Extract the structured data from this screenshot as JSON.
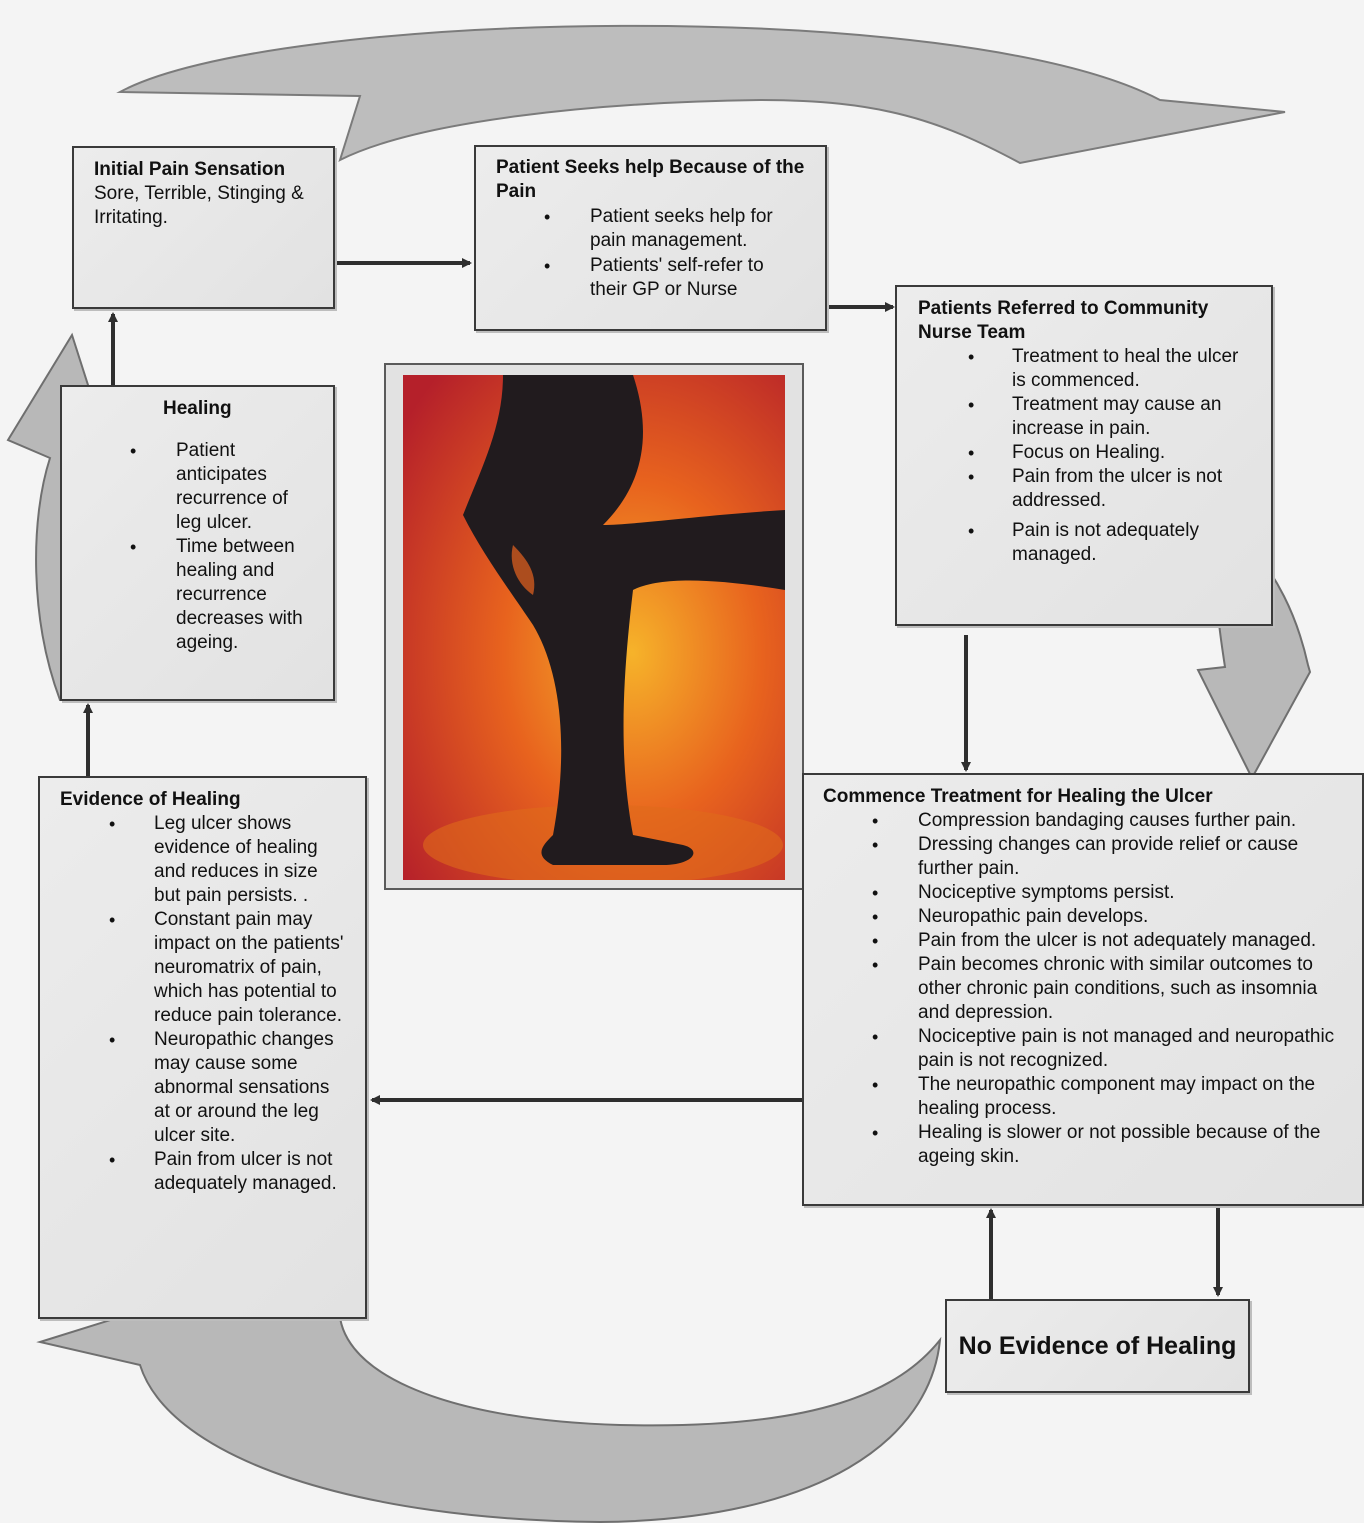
{
  "initial": {
    "title": "Initial Pain Sensation",
    "text": "Sore,  Terrible,  Stinging & Irritating."
  },
  "seeks": {
    "title": "Patient Seeks  help Because of the Pain",
    "items": [
      "Patient seeks help for pain management.",
      "Patients' self-refer to their GP or Nurse"
    ]
  },
  "referred": {
    "title": "Patients Referred to Community Nurse Team",
    "items": [
      "Treatment to heal the ulcer is commenced.",
      "Treatment may cause an increase in pain.",
      "Focus on Healing.",
      "Pain from the ulcer is not addressed.",
      "Pain is not adequately managed."
    ]
  },
  "healing": {
    "title": "Healing",
    "items": [
      "Patient anticipates recurrence of leg ulcer.",
      "Time between healing and recurrence decreases with ageing."
    ]
  },
  "evidence": {
    "title": "Evidence of Healing",
    "items": [
      "Leg ulcer shows evidence of healing and reduces in size but pain persists. .",
      "Constant pain may impact on the patients' neuromatrix of pain, which has potential to reduce pain tolerance.",
      "Neuropathic changes may cause some abnormal sensations at or around the leg ulcer site.",
      "Pain from ulcer is not adequately managed."
    ]
  },
  "commence": {
    "title": "Commence Treatment for Healing the Ulcer",
    "items": [
      "Compression bandaging causes further pain.",
      "Dressing changes can provide relief or cause further pain.",
      "Nociceptive symptoms persist.",
      "Neuropathic pain develops.",
      "Pain from the ulcer is not adequately managed.",
      "Pain becomes chronic with similar outcomes to other chronic pain conditions, such as insomnia and depression.",
      "Nociceptive pain is not managed and neuropathic pain is not recognized.",
      "The neuropathic component may impact on the healing process.",
      "Healing is slower or not possible because of the ageing skin."
    ]
  },
  "no_evidence": {
    "title": "No Evidence of Healing"
  },
  "colors": {
    "box_fill": "#e5e5e5",
    "box_border": "#3a3a3a",
    "cycle_arrow": "#b8b8b8",
    "connector": "#2e2e2e",
    "photo_orange": "#e8631e",
    "photo_red": "#b5202a"
  }
}
